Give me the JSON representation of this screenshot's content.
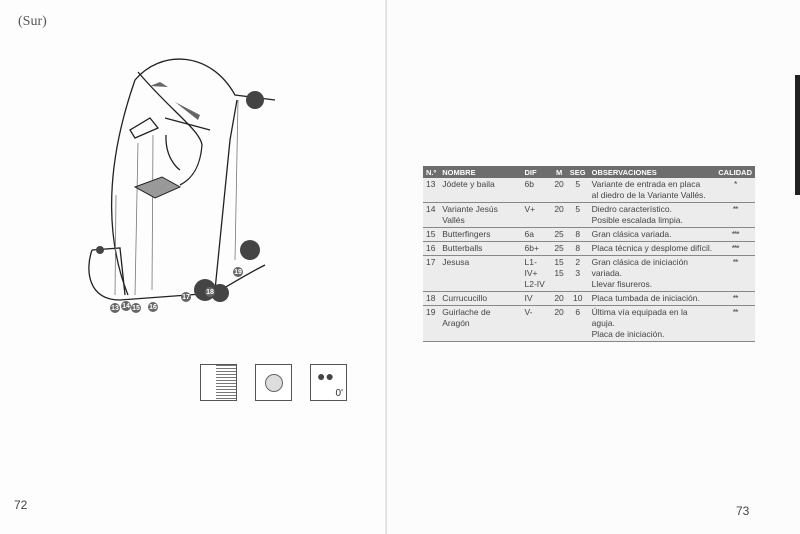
{
  "left_page": {
    "heading": "(Sur)",
    "page_number": "72",
    "route_markers": [
      "13",
      "14",
      "15",
      "16",
      "17",
      "18",
      "19"
    ],
    "icons": [
      {
        "name": "climber-wall-icon"
      },
      {
        "name": "sun-icon"
      },
      {
        "name": "footprints-icon",
        "label": "0'"
      }
    ]
  },
  "right_page": {
    "page_number": "73",
    "table": {
      "headers": [
        "N.º",
        "NOMBRE",
        "DIF",
        "M",
        "SEG",
        "OBSERVACIONES",
        "CALIDAD"
      ],
      "rows": [
        {
          "n": "13",
          "nombre": "Jódete y baila",
          "dif": "6b",
          "m": "20",
          "seg": "5",
          "obs": "Variante de entrada en placa",
          "obs2": "al diedro de la Variante Vallés.",
          "calidad": "*"
        },
        {
          "n": "14",
          "nombre": "Variante Jesús Vallés",
          "dif": "V+",
          "m": "20",
          "seg": "5",
          "obs": "Diedro característico.",
          "obs2": "Posible escalada limpia.",
          "calidad": "**"
        },
        {
          "n": "15",
          "nombre": "Butterfingers",
          "dif": "6a",
          "m": "25",
          "seg": "8",
          "obs": "Gran clásica variada.",
          "calidad": "***"
        },
        {
          "n": "16",
          "nombre": "Butterballs",
          "dif": "6b+",
          "m": "25",
          "seg": "8",
          "obs": "Placa técnica y desplome difícil.",
          "calidad": "***"
        },
        {
          "n": "17",
          "nombre": "Jesusa",
          "dif": "L1-IV+",
          "dif2": "L2-IV",
          "m": "15",
          "m2": "15",
          "seg": "2",
          "seg2": "3",
          "obs": "Gran clásica de iniciación variada.",
          "obs2": "Llevar fisureros.",
          "calidad": "**"
        },
        {
          "n": "18",
          "nombre": "Currucucillo",
          "dif": "IV",
          "m": "20",
          "seg": "10",
          "obs": "Placa tumbada de iniciación.",
          "calidad": "**"
        },
        {
          "n": "19",
          "nombre": "Guirlache de Aragón",
          "dif": "V-",
          "m": "20",
          "seg": "6",
          "obs": "Última vía equipada en la aguja.",
          "obs2": "Placa de iniciación.",
          "calidad": "**"
        }
      ]
    }
  }
}
